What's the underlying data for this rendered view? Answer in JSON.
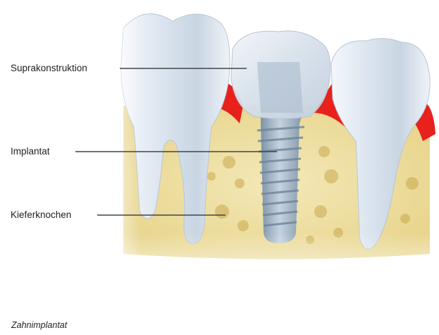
{
  "labels": {
    "suprakonstruktion": "Suprakonstruktion",
    "implantat": "Implantat",
    "kieferknochen": "Kieferknochen"
  },
  "caption": "Zahnimplantat",
  "colors": {
    "enamel": "#dfe8f2",
    "gum": "#e8211c",
    "bone": "#efe0a2",
    "implant": "#9fb2c4",
    "leader_line": "#444444"
  }
}
